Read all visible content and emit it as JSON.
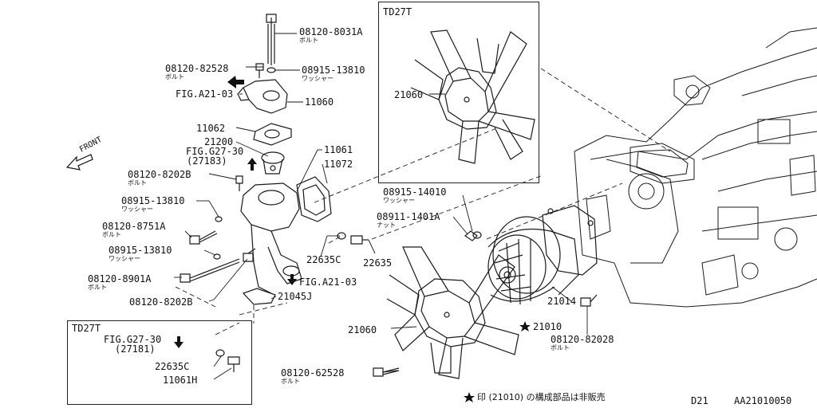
{
  "parts": {
    "bolt_8031a": {
      "code": "08120-8031A",
      "name": "ボルト"
    },
    "bolt_82528": {
      "code": "08120-82528",
      "name": "ボルト"
    },
    "washer_13810_top": {
      "code": "08915-13810",
      "name": "ワッシャー"
    },
    "fig_a21_03_top": {
      "code": "FIG.A21-03"
    },
    "p11060": {
      "code": "11060"
    },
    "p11062": {
      "code": "11062"
    },
    "p21200": {
      "code": "21200"
    },
    "fig_g27_30_a": {
      "code": "FIG.G27-30",
      "sub": "(27183)"
    },
    "p11061": {
      "code": "11061"
    },
    "p11072": {
      "code": "11072"
    },
    "bolt_8202b_a": {
      "code": "08120-8202B",
      "name": "ボルト"
    },
    "washer_13810_a": {
      "code": "08915-13810",
      "name": "ワッシャー"
    },
    "bolt_8751a": {
      "code": "08120-8751A",
      "name": "ボルト"
    },
    "washer_13810_b": {
      "code": "08915-13810",
      "name": "ワッシャー"
    },
    "bolt_8901a": {
      "code": "08120-8901A",
      "name": "ボルト"
    },
    "bolt_8202b_b": {
      "code": "08120-8202B"
    },
    "p21045j": {
      "code": "21045J"
    },
    "fig_a21_03_bot": {
      "code": "FIG.A21-03"
    },
    "p22635c": {
      "code": "22635C"
    },
    "p22635": {
      "code": "22635"
    },
    "washer_14010": {
      "code": "08915-14010",
      "name": "ワッシャー"
    },
    "nut_1401a": {
      "code": "08911-1401A",
      "name": "ナット"
    },
    "fan_21060_top": {
      "code": "21060"
    },
    "fan_21060_bot": {
      "code": "21060"
    },
    "p21014": {
      "code": "21014"
    },
    "p21010": {
      "code": "21010"
    },
    "bolt_82028": {
      "code": "08120-82028",
      "name": "ボルト"
    },
    "bolt_62528": {
      "code": "08120-62528",
      "name": "ボルト"
    },
    "td27t_sub": {
      "title": "TD27T",
      "fig": "FIG.G27-30",
      "fig_sub": "(27181)",
      "p22635c": "22635C",
      "p11061h": "11061H"
    }
  },
  "inset_title": "TD27T",
  "front_label": "FRONT",
  "star_mark": "★",
  "footer_note": "印 (21010) の構成部品は非販売",
  "footer_section": "D21",
  "footer_id": "AA21010050"
}
